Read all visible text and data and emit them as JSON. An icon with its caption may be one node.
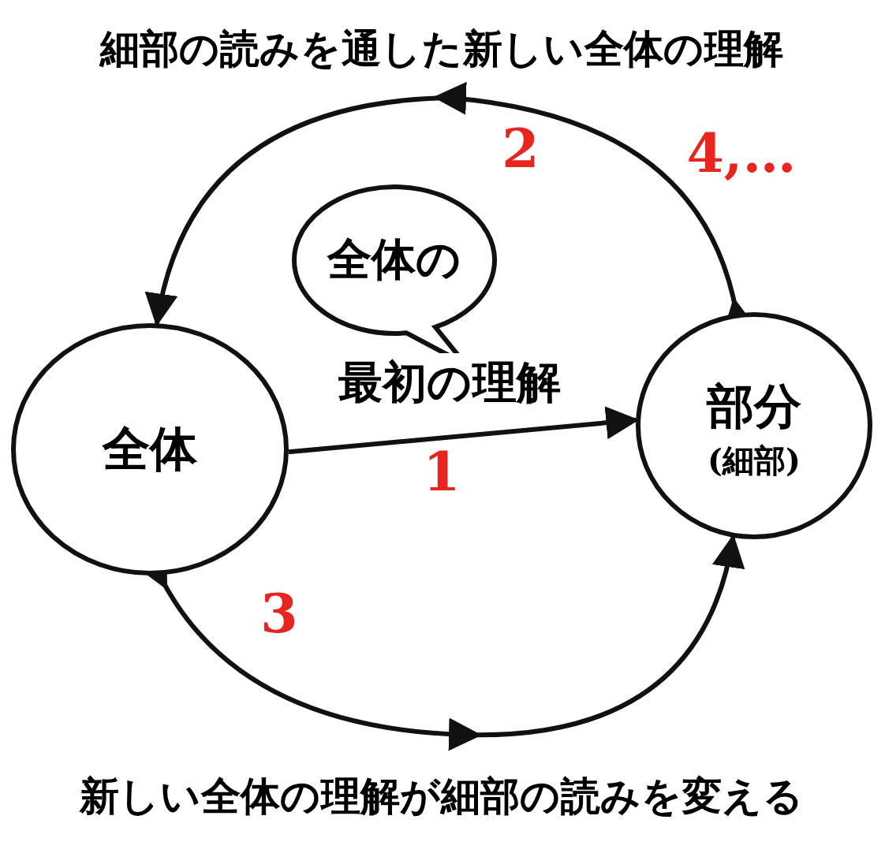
{
  "diagram": {
    "nodes": [
      {
        "text": [
          "全体"
        ]
      },
      {
        "text": [
          "部分",
          "(細部)"
        ]
      },
      {
        "text": [
          "全体の"
        ]
      }
    ],
    "edges": [
      {
        "from": 0,
        "to": 1,
        "arrow": "to",
        "label": "最初の理解"
      },
      {
        "from": 1,
        "to": 0,
        "arrow": "to"
      },
      {
        "from": 0,
        "to": 1,
        "arrow": "to"
      }
    ],
    "labels": [
      "細部の読みを通した新しい全体の理解",
      "2",
      "4,…",
      "1",
      "3",
      "新しい全体の理解が細部の読みを変える"
    ]
  }
}
